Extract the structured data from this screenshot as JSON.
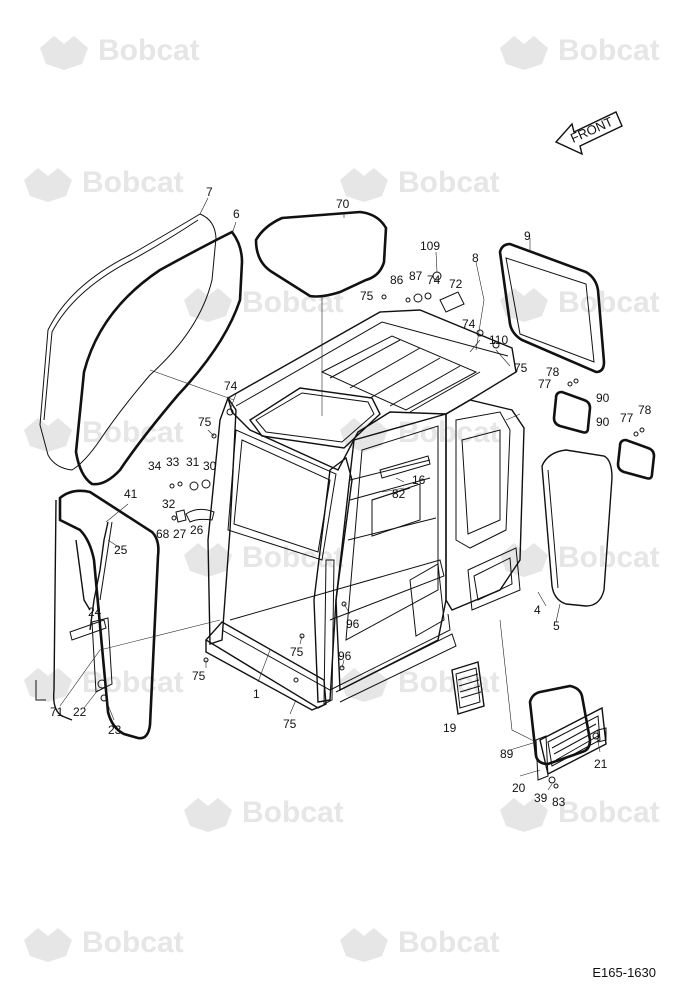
{
  "watermark": "Bobcat",
  "arrow": {
    "label": "FRONT"
  },
  "drawing_code": "E165-1630",
  "parts": [
    {
      "label": "7"
    },
    {
      "label": "6"
    },
    {
      "label": "70"
    },
    {
      "label": "109"
    },
    {
      "label": "86"
    },
    {
      "label": "87"
    },
    {
      "label": "74"
    },
    {
      "label": "72"
    },
    {
      "label": "8"
    },
    {
      "label": "9"
    },
    {
      "label": "75"
    },
    {
      "label": "74"
    },
    {
      "label": "110"
    },
    {
      "label": "75"
    },
    {
      "label": "78"
    },
    {
      "label": "77"
    },
    {
      "label": "90"
    },
    {
      "label": "90"
    },
    {
      "label": "77"
    },
    {
      "label": "78"
    },
    {
      "label": "74"
    },
    {
      "label": "75"
    },
    {
      "label": "34"
    },
    {
      "label": "33"
    },
    {
      "label": "31"
    },
    {
      "label": "30"
    },
    {
      "label": "16"
    },
    {
      "label": "82"
    },
    {
      "label": "32"
    },
    {
      "label": "41"
    },
    {
      "label": "68"
    },
    {
      "label": "27"
    },
    {
      "label": "26"
    },
    {
      "label": "25"
    },
    {
      "label": "24"
    },
    {
      "label": "96"
    },
    {
      "label": "75"
    },
    {
      "label": "96"
    },
    {
      "label": "75"
    },
    {
      "label": "1"
    },
    {
      "label": "71"
    },
    {
      "label": "22"
    },
    {
      "label": "23"
    },
    {
      "label": "75"
    },
    {
      "label": "4"
    },
    {
      "label": "5"
    },
    {
      "label": "19"
    },
    {
      "label": "89"
    },
    {
      "label": "21"
    },
    {
      "label": "20"
    },
    {
      "label": "39"
    },
    {
      "label": "83"
    }
  ]
}
